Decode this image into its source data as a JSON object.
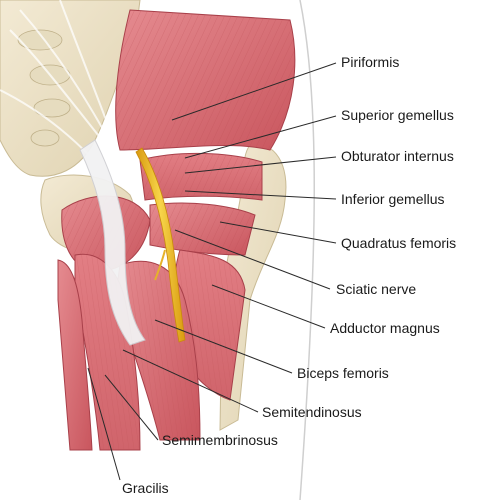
{
  "labels": {
    "piriformis": "Piriformis",
    "superior_gemellus": "Superior gemellus",
    "obturator_internus": "Obturator internus",
    "inferior_gemellus": "Inferior gemellus",
    "quadratus_femoris": "Quadratus femoris",
    "sciatic_nerve": "Sciatic nerve",
    "adductor_magnus": "Adductor magnus",
    "biceps_femoris": "Biceps femoris",
    "semitendinosus": "Semitendinosus",
    "semimembranosus": "Semimembrinosus",
    "gracilis": "Gracilis"
  },
  "colors": {
    "muscle": "#d9737a",
    "muscle_dark": "#b8484f",
    "muscle_light": "#eba4a6",
    "bone": "#ece2c8",
    "ligament": "#e8e8ea",
    "nerve": "#f2c12e",
    "nerve_edge": "#d89a12",
    "leader_line": "#2a2a2a"
  }
}
